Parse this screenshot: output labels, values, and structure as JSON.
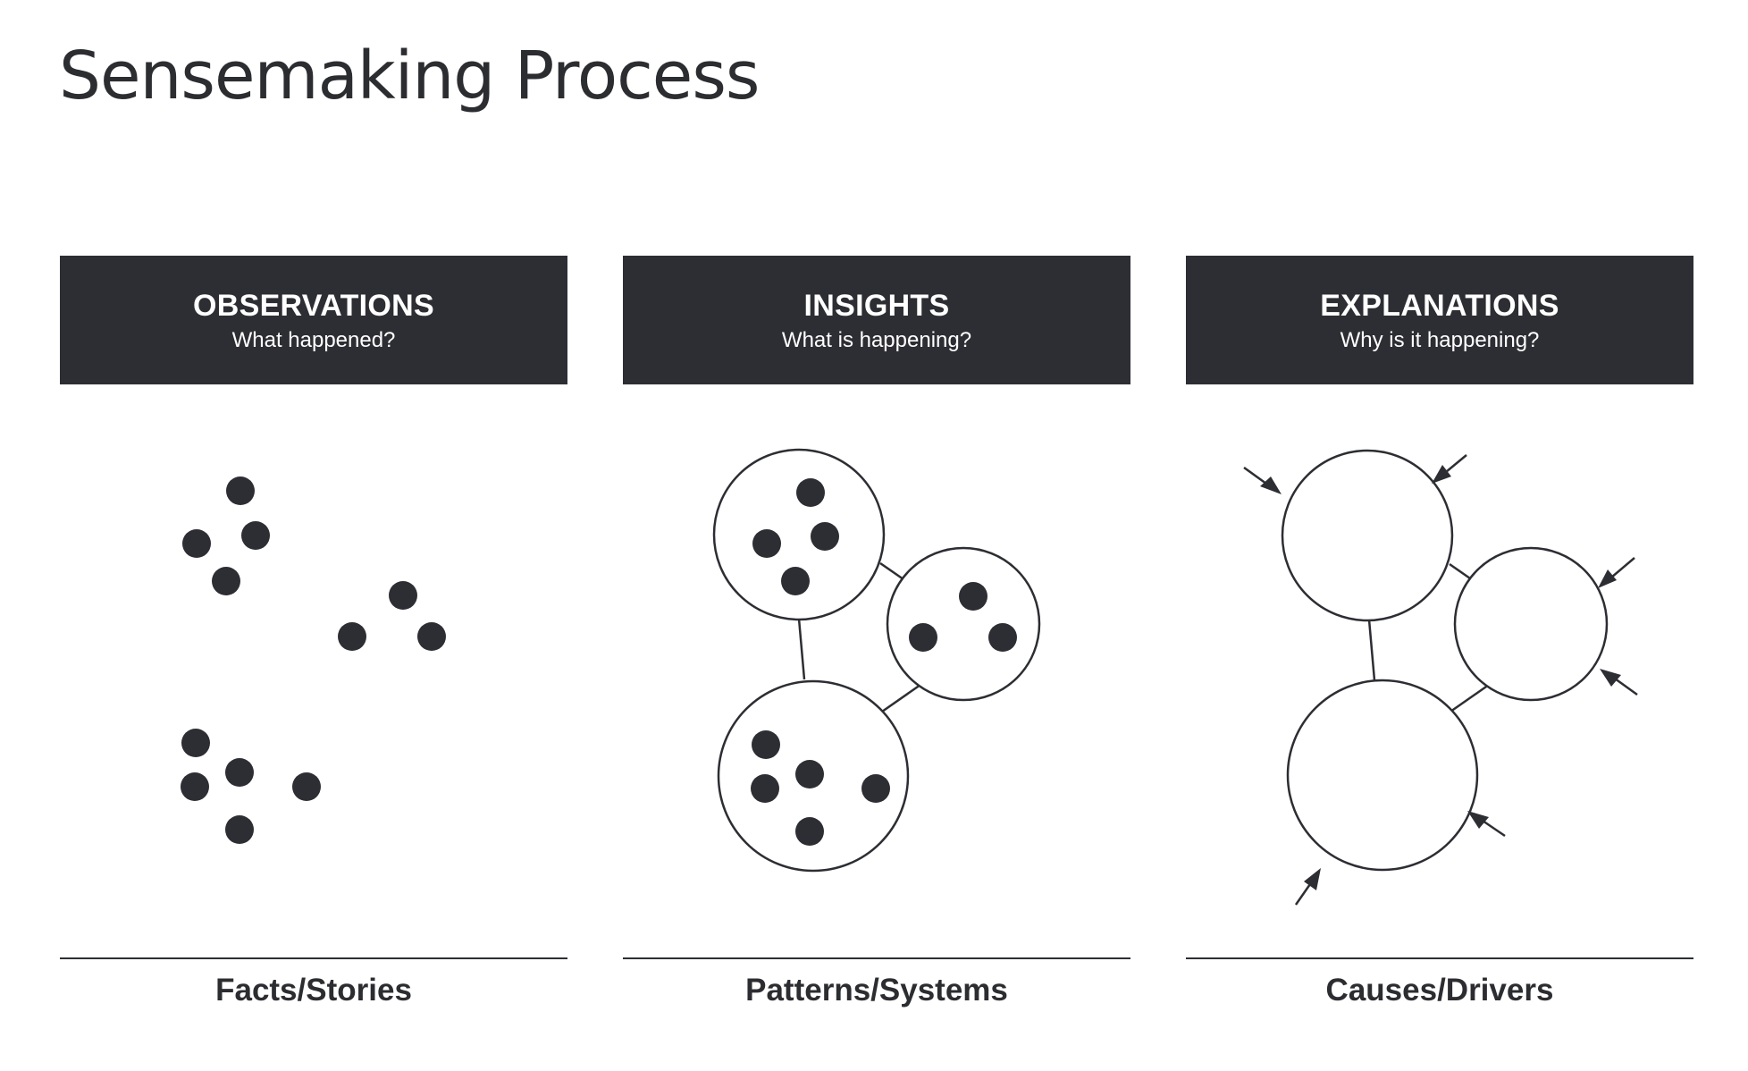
{
  "title": "Sensemaking Process",
  "columns": [
    {
      "heading": "OBSERVATIONS",
      "question": "What happened?",
      "footer": "Facts/Stories"
    },
    {
      "heading": "INSIGHTS",
      "question": "What is happening?",
      "footer": "Patterns/Systems"
    },
    {
      "heading": "EXPLANATIONS",
      "question": "Why is it happening?",
      "footer": "Causes/Drivers"
    }
  ],
  "colors": {
    "dark": "#2d2e33",
    "background": "#ffffff"
  }
}
